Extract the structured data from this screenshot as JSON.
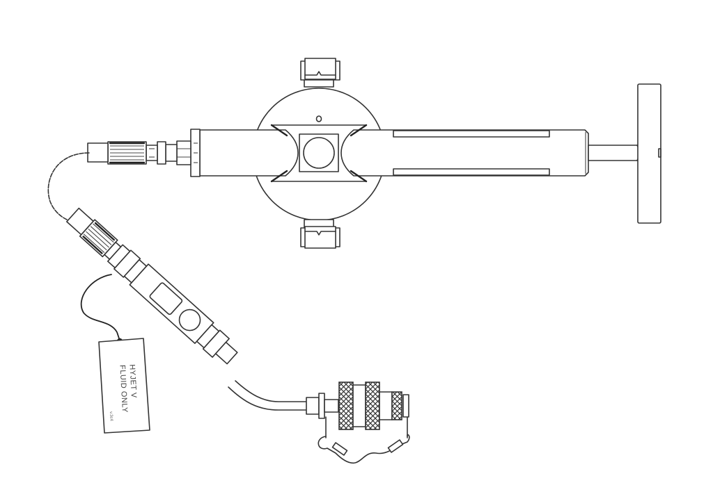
{
  "drawing": {
    "subject": "Hydraulic hand pump with hose assembly and quick-disconnect coupling",
    "style": "black-and-white technical line drawing",
    "line_color": "#333333",
    "background_color": "#ffffff"
  },
  "components": {
    "pump_body": {
      "label": "Pump body (circular reservoir with cylinder)"
    },
    "mounting_clip_top": {
      "label": "Mounting clip (top)"
    },
    "mounting_clip_bottom": {
      "label": "Mounting clip (bottom)"
    },
    "cylinder": {
      "label": "Pump cylinder"
    },
    "t_handle": {
      "label": "T-handle"
    },
    "outlet_fitting": {
      "label": "Outlet fitting"
    },
    "hose": {
      "label": "Hose"
    },
    "inline_filter": {
      "label": "Inline filter / check valve"
    },
    "quick_disconnect": {
      "label": "Quick-disconnect coupling with dust caps"
    }
  },
  "tag": {
    "line1": "HYJET V",
    "line2": "FLUID ONLY",
    "small_mark": "v.3c4"
  }
}
